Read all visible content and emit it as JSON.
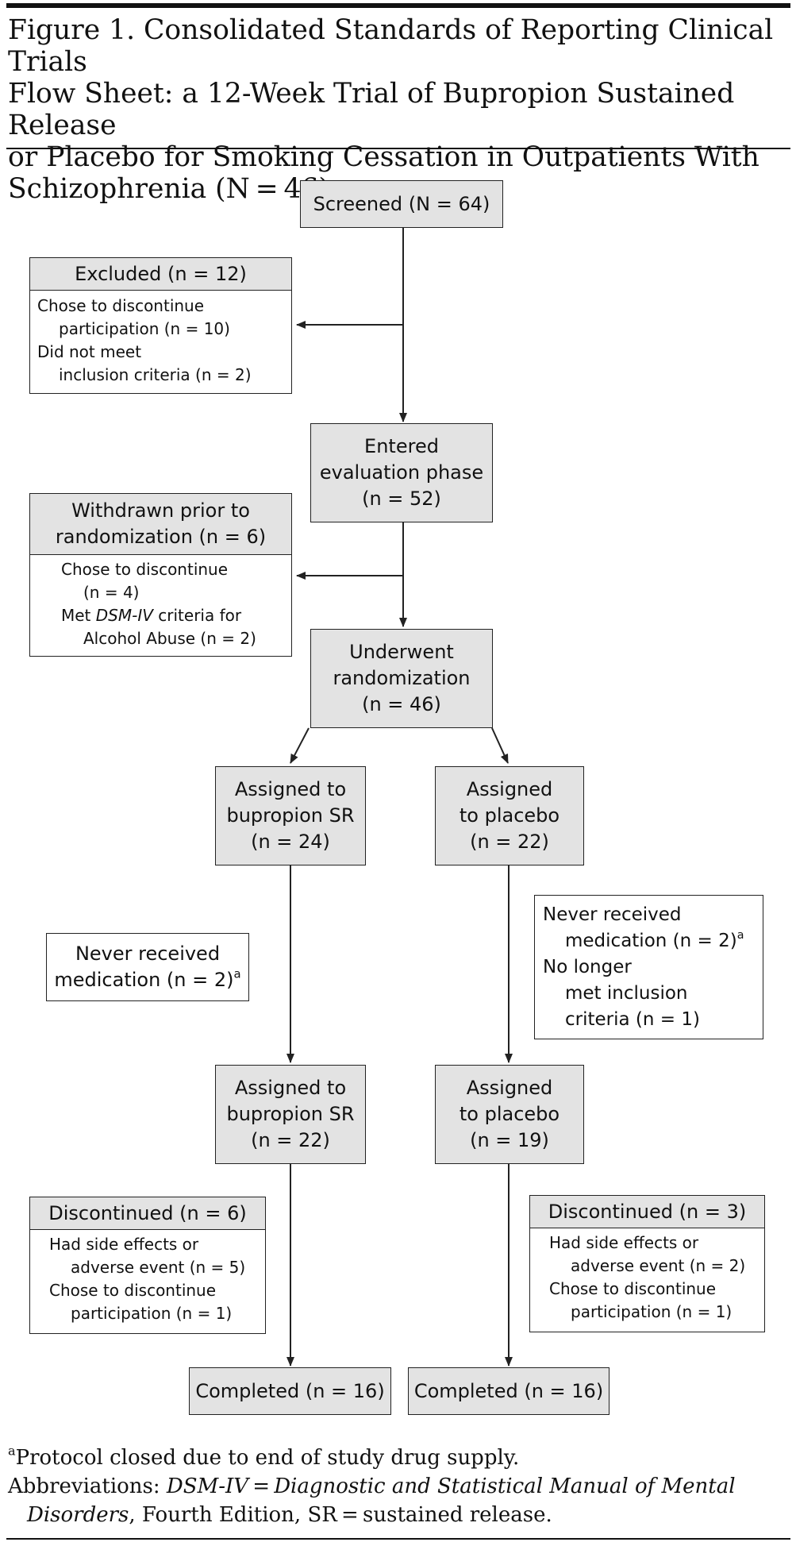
{
  "figure": {
    "title_lines": [
      "Figure 1. Consolidated Standards of Reporting Clinical Trials",
      "Flow Sheet: a 12-Week Trial of Bupropion Sustained Release",
      "or Placebo for Smoking Cessation in Outpatients With",
      "Schizophrenia (N = 46)"
    ]
  },
  "nodes": {
    "screened": "Screened (N = 64)",
    "excluded": {
      "header": "Excluded (n = 12)",
      "lines": [
        "Chose to discontinue",
        "participation (n = 10)",
        "Did not meet",
        "inclusion criteria (n = 2)"
      ]
    },
    "evaluation": [
      "Entered",
      "evaluation phase",
      "(n = 52)"
    ],
    "withdrawn": {
      "header_lines": [
        "Withdrawn prior to",
        "randomization (n = 6)"
      ],
      "line1": "Chose to discontinue",
      "line2": "(n = 4)",
      "line3_pre": "Met ",
      "line3_em": "DSM-IV",
      "line3_post": " criteria for",
      "line4": "Alcohol Abuse (n = 2)"
    },
    "randomization": [
      "Underwent",
      "randomization",
      "(n = 46)"
    ],
    "bupropion_assigned": [
      "Assigned to",
      "bupropion SR",
      "(n = 24)"
    ],
    "placebo_assigned": [
      "Assigned",
      "to placebo",
      "(n = 22)"
    ],
    "bupropion_never": {
      "line1": "Never received",
      "line2": "medication (n = 2)",
      "sup": "a"
    },
    "placebo_never": {
      "line1": "Never received",
      "line2": "medication (n = 2)",
      "sup": "a",
      "line3": "No longer",
      "line4": "met  inclusion",
      "line5": "criteria (n = 1)"
    },
    "bupropion_assigned_2": [
      "Assigned to",
      "bupropion SR",
      "(n = 22)"
    ],
    "placebo_assigned_2": [
      "Assigned",
      "to placebo",
      "(n = 19)"
    ],
    "bupropion_discontinued": {
      "header": "Discontinued (n = 6)",
      "lines": [
        "Had side effects or",
        "adverse event (n = 5)",
        "Chose to discontinue",
        "participation (n = 1)"
      ]
    },
    "placebo_discontinued": {
      "header": "Discontinued (n = 3)",
      "lines": [
        "Had side effects or",
        "adverse event (n = 2)",
        "Chose to discontinue",
        "participation (n = 1)"
      ]
    },
    "bupropion_completed": "Completed (n = 16)",
    "placebo_completed": "Completed (n = 16)"
  },
  "footnotes": {
    "note_sup": "a",
    "note_text": "Protocol closed due to end of study drug supply.",
    "abbr_pre": "Abbreviations: ",
    "abbr_em1": "DSM-IV = Diagnostic and Statistical Manual of Mental",
    "abbr_em2": "Disorders",
    "abbr_post": ", Fourth Edition, SR = sustained release."
  },
  "colors": {
    "box_fill": "#e3e3e3",
    "line": "#222222"
  }
}
